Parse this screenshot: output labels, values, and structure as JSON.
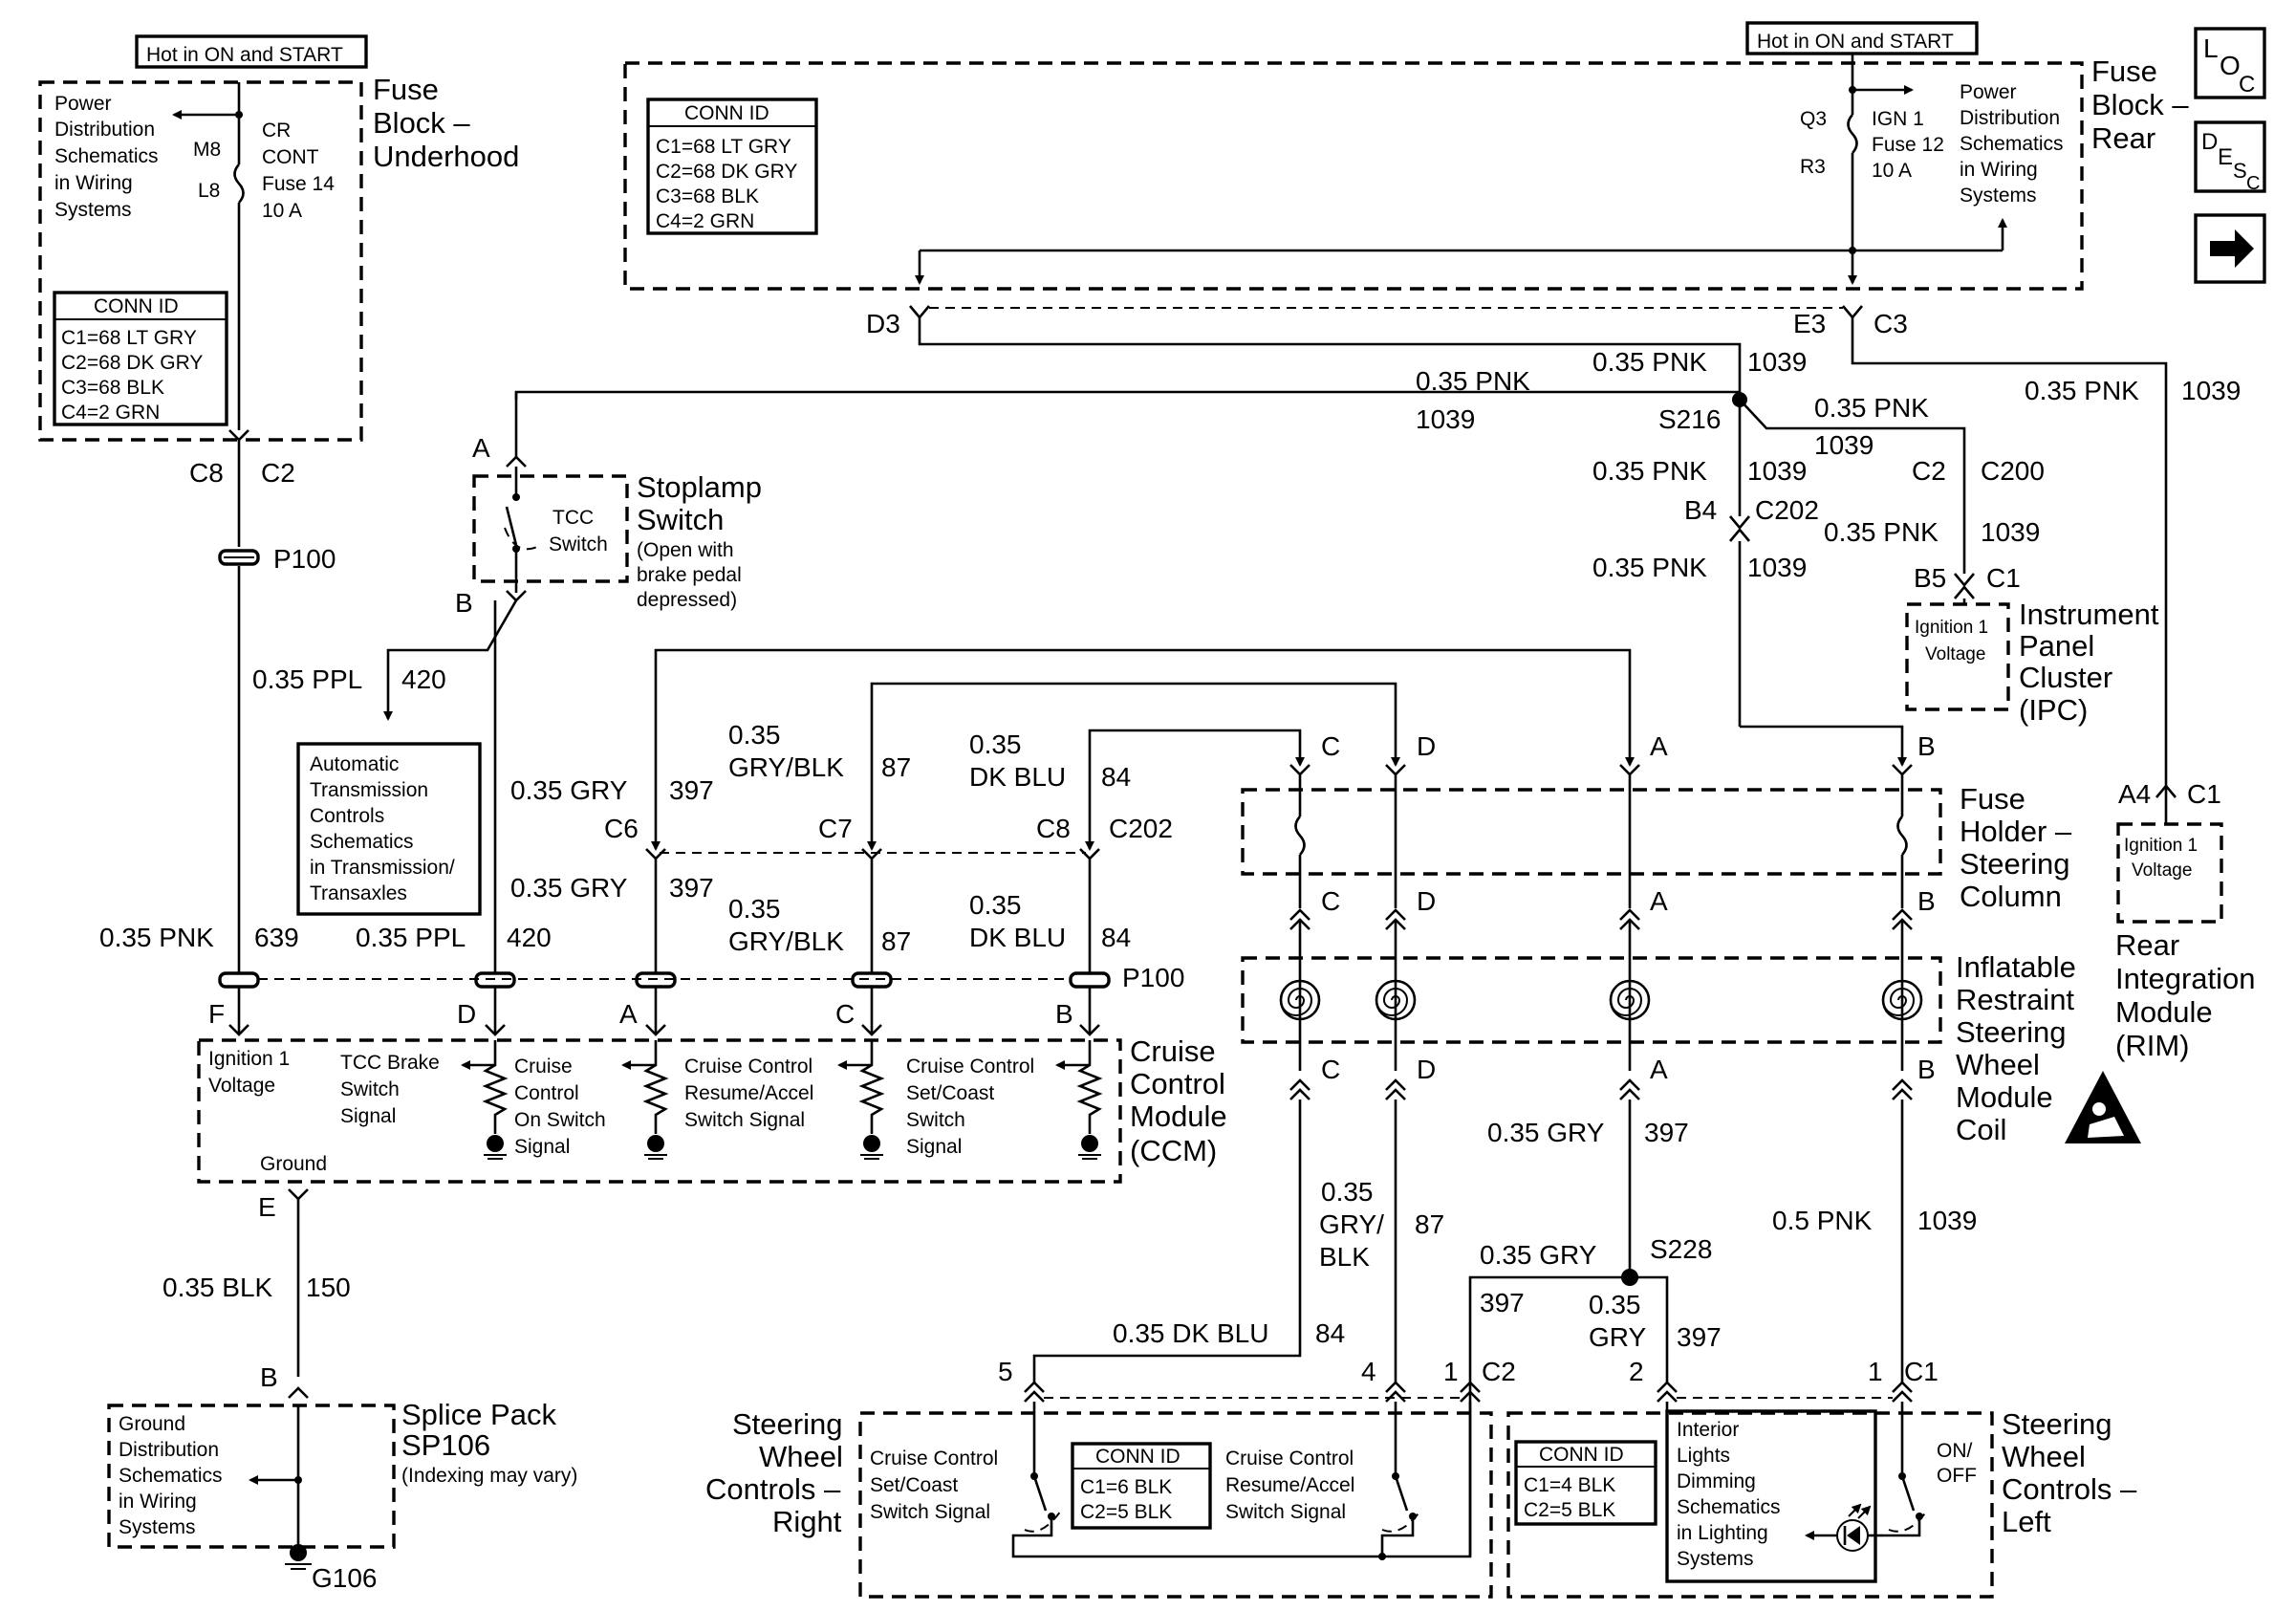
{
  "nav": {
    "loc_icon": "LOC",
    "desc_icon": "DESC",
    "next_icon": "arrow-right"
  },
  "hot_labels": {
    "left": "Hot in ON and START",
    "right": "Hot in ON and START"
  },
  "fuse_block_underhood": {
    "title": [
      "Fuse",
      "Block –",
      "Underhood"
    ],
    "power_dist": [
      "Power",
      "Distribution",
      "Schematics",
      "in Wiring",
      "Systems"
    ],
    "fuse_label": [
      "CR",
      "CONT",
      "Fuse 14",
      "10 A"
    ],
    "pin_top": "M8",
    "pin_bottom": "L8",
    "conn_id_title": "CONN ID",
    "conn_ids": [
      "C1=68 LT GRY",
      "C2=68 DK GRY",
      "C3=68 BLK",
      "C4=2 GRN"
    ],
    "terminal": "C8",
    "connector": "C2"
  },
  "fuse_block_rear": {
    "title": [
      "Fuse",
      "Block –",
      "Rear"
    ],
    "power_dist": [
      "Power",
      "Distribution",
      "Schematics",
      "in Wiring",
      "Systems"
    ],
    "fuse_label": [
      "IGN 1",
      "Fuse 12",
      "10 A"
    ],
    "pin_top": "Q3",
    "pin_bottom": "R3",
    "conn_id_title": "CONN ID",
    "conn_ids": [
      "C1=68 LT GRY",
      "C2=68 DK GRY",
      "C3=68 BLK",
      "C4=2 GRN"
    ],
    "terminal_left": "D3",
    "terminal_right": "E3",
    "connector": "C3"
  },
  "wires": {
    "pnk_upper": "0.35 PNK",
    "c1039": "1039",
    "pnk_left": "0.35 PNK",
    "c1039_left": "1039",
    "s216": "S216",
    "pnk_b1": "0.35 PNK",
    "c1039_b1": "1039",
    "pnk_b2": "0.35 PNK",
    "c1039_b2": "1039",
    "pnk_c2": "0.35 PNK",
    "c1039_c2": "1039",
    "c2": "C2",
    "c200": "C200",
    "b4": "B4",
    "c202": "C202",
    "pnk_ipc": "0.35 PNK",
    "c1039_ipc": "1039",
    "b5": "B5",
    "c1_ipc": "C1",
    "pnk_rim": "0.35 PNK",
    "c1039_rim": "1039",
    "p100_top": "P100",
    "ppl_upper": "0.35 PPL",
    "c420_upper": "420",
    "gry_upper": "0.35 GRY",
    "c397_upper": "397",
    "gryblk_upper": [
      "0.35",
      "GRY/BLK"
    ],
    "c87_upper": "87",
    "dkblu_upper": [
      "0.35",
      "DK BLU"
    ],
    "c84_upper": "84",
    "c6": "C6",
    "c7": "C7",
    "c8": "C8",
    "c202_mid": "C202",
    "gry_mid": "0.35 GRY",
    "c397_mid": "397",
    "gryblk_mid": [
      "0.35",
      "GRY/BLK"
    ],
    "c87_mid": "87",
    "dkblu_mid": [
      "0.35",
      "DK BLU"
    ],
    "c84_mid": "84",
    "pnk_639": "0.35 PNK",
    "c639": "639",
    "ppl_lower": "0.35 PPL",
    "c420_lower": "420",
    "p100_lower": "P100",
    "blk": "0.35 BLK",
    "c150": "150",
    "pin_e": "E",
    "pin_b_sp": "B",
    "gry_right": "0.35 GRY",
    "c397_right": "397",
    "gryblk_right": [
      "0.35",
      "GRY/",
      "BLK"
    ],
    "c87_right": "87",
    "gry_s228": "0.35 GRY",
    "s228": "S228",
    "c397_s228a": "397",
    "gry_s228b": [
      "0.35",
      "GRY"
    ],
    "c397_s228b": "397",
    "pnk_05": "0.5 PNK",
    "c1039_05": "1039",
    "dkblu_bottom": "0.35 DK BLU",
    "c84_bottom": "84"
  },
  "stoplamp": {
    "title": [
      "Stoplamp",
      "Switch"
    ],
    "note": [
      "(Open with",
      "brake pedal",
      "depressed)"
    ],
    "tcc": [
      "TCC",
      "Switch"
    ],
    "pin_a": "A",
    "pin_b": "B"
  },
  "atc_box": [
    "Automatic",
    "Transmission",
    "Controls",
    "Schematics",
    "in Transmission/",
    "Transaxles"
  ],
  "ipc": {
    "title": [
      "Instrument",
      "Panel",
      "Cluster",
      "(IPC)"
    ],
    "inner": [
      "Ignition 1",
      "Voltage"
    ]
  },
  "rim": {
    "title": [
      "Rear",
      "Integration",
      "Module",
      "(RIM)"
    ],
    "inner": [
      "Ignition 1",
      "Voltage"
    ],
    "pin": "A4",
    "conn": "C1"
  },
  "fuse_holder": {
    "title": [
      "Fuse",
      "Holder –",
      "Steering",
      "Column"
    ],
    "pins_top": [
      "C",
      "D",
      "A",
      "B"
    ],
    "pins_bottom": [
      "C",
      "D",
      "A",
      "B"
    ]
  },
  "coil": {
    "title": [
      "Inflatable",
      "Restraint",
      "Steering",
      "Wheel",
      "Module",
      "Coil"
    ],
    "pins_bottom": [
      "C",
      "D",
      "A",
      "B"
    ]
  },
  "ccm": {
    "title": [
      "Cruise",
      "Control",
      "Module",
      "(CCM)"
    ],
    "pins": [
      "F",
      "D",
      "A",
      "C",
      "B"
    ],
    "ign": [
      "Ignition 1",
      "Voltage"
    ],
    "tcc_sig": [
      "TCC Brake",
      "Switch",
      "Signal"
    ],
    "on_sig": [
      "Cruise",
      "Control",
      "On Switch",
      "Signal"
    ],
    "res_sig": [
      "Cruise Control",
      "Resume/Accel",
      "Switch Signal"
    ],
    "set_sig": [
      "Cruise Control",
      "Set/Coast",
      "Switch",
      "Signal"
    ],
    "ground": "Ground"
  },
  "splice_pack": {
    "title": [
      "Splice Pack",
      "SP106"
    ],
    "note": "(Indexing may vary)",
    "gnd": [
      "Ground",
      "Distribution",
      "Schematics",
      "in Wiring",
      "Systems"
    ],
    "g106": "G106"
  },
  "swc_right": {
    "title": [
      "Steering",
      "Wheel",
      "Controls –",
      "Right"
    ],
    "pins": [
      "5",
      "4",
      "1"
    ],
    "conn": "C2",
    "set": [
      "Cruise Control",
      "Set/Coast",
      "Switch Signal"
    ],
    "resume": [
      "Cruise Control",
      "Resume/Accel",
      "Switch Signal"
    ],
    "conn_id_title": "CONN ID",
    "conn_ids": [
      "C1=6 BLK",
      "C2=5 BLK"
    ]
  },
  "swc_left": {
    "title": [
      "Steering",
      "Wheel",
      "Controls –",
      "Left"
    ],
    "pins": [
      "2",
      "1"
    ],
    "conn": "C1",
    "interior": [
      "Interior",
      "Lights",
      "Dimming",
      "Schematics",
      "in Lighting",
      "Systems"
    ],
    "onoff": [
      "ON/",
      "OFF"
    ],
    "conn_id_title": "CONN ID",
    "conn_ids": [
      "C1=4 BLK",
      "C2=5 BLK"
    ]
  }
}
